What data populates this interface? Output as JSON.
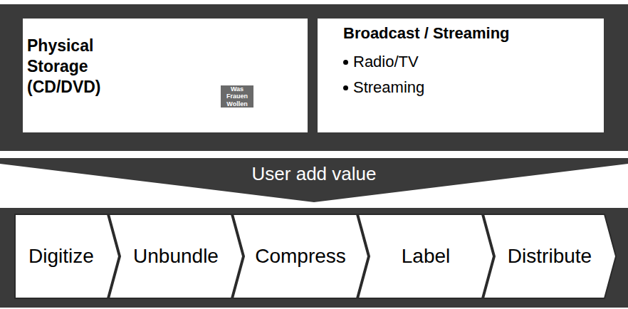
{
  "diagram": {
    "nodes": [
      {
        "text": [
          "Physical Storage (CD/DVD)"
        ]
      },
      {
        "text": [
          "Broadcast / Streaming",
          "Radio/TV",
          "Streaming"
        ]
      },
      {
        "text": [
          "User add value"
        ]
      },
      {
        "text": [
          "Digitize"
        ]
      },
      {
        "text": [
          "Unbundle"
        ]
      },
      {
        "text": [
          "Compress"
        ]
      },
      {
        "text": [
          "Label"
        ]
      },
      {
        "text": [
          "Distribute"
        ]
      }
    ],
    "labels": [
      "Was Frauen Wollen"
    ]
  }
}
